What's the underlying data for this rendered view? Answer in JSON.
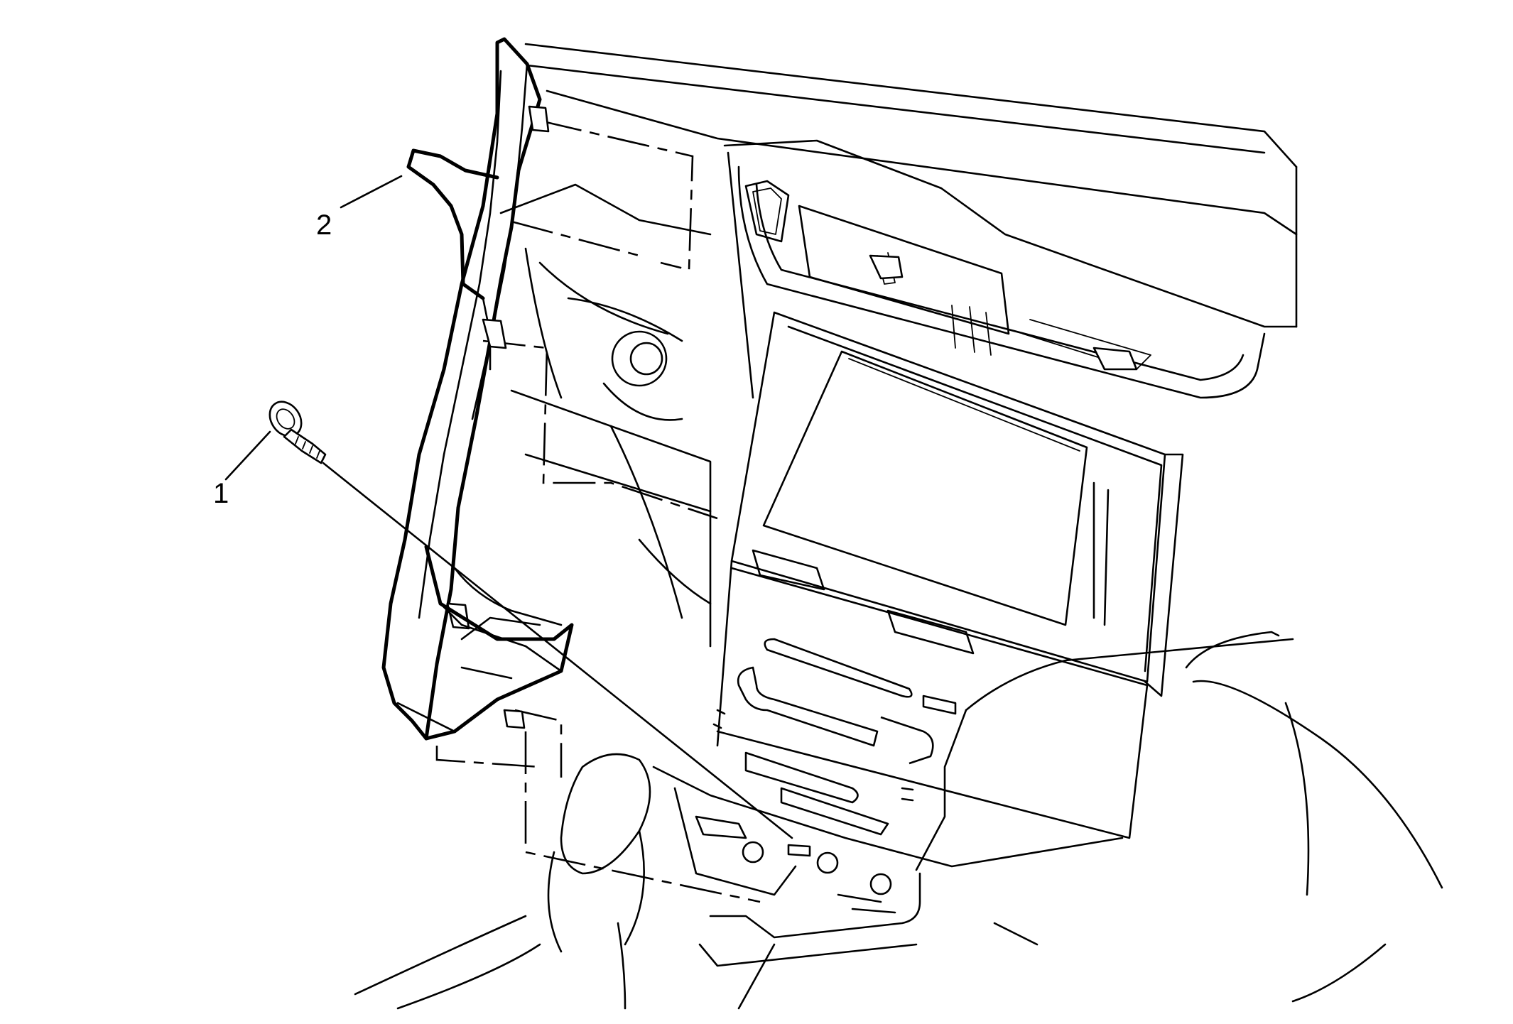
{
  "callouts": [
    {
      "id": "1",
      "label": "1"
    },
    {
      "id": "2",
      "label": "2"
    }
  ],
  "colors": {
    "line": "#000000",
    "background": "#ffffff"
  },
  "icons": [
    "fastener-bolt-icon"
  ]
}
